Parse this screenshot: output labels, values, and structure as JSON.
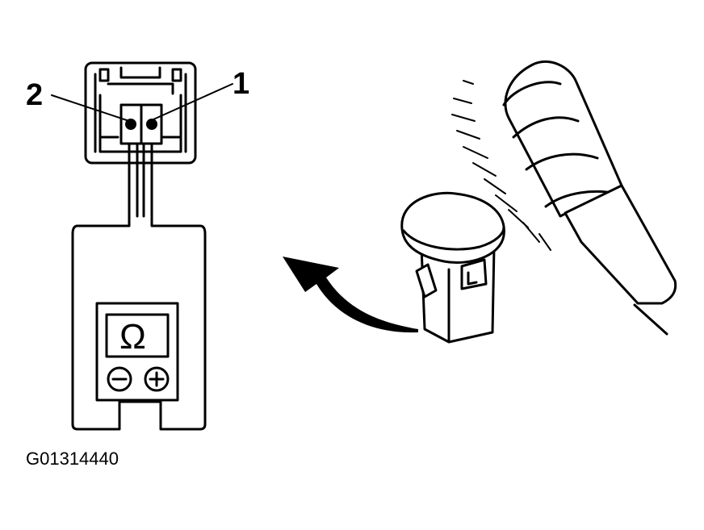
{
  "labels": {
    "pin_1": "1",
    "pin_2": "2"
  },
  "meter": {
    "unit_symbol": "Ω"
  },
  "figure_code": "G01314440"
}
